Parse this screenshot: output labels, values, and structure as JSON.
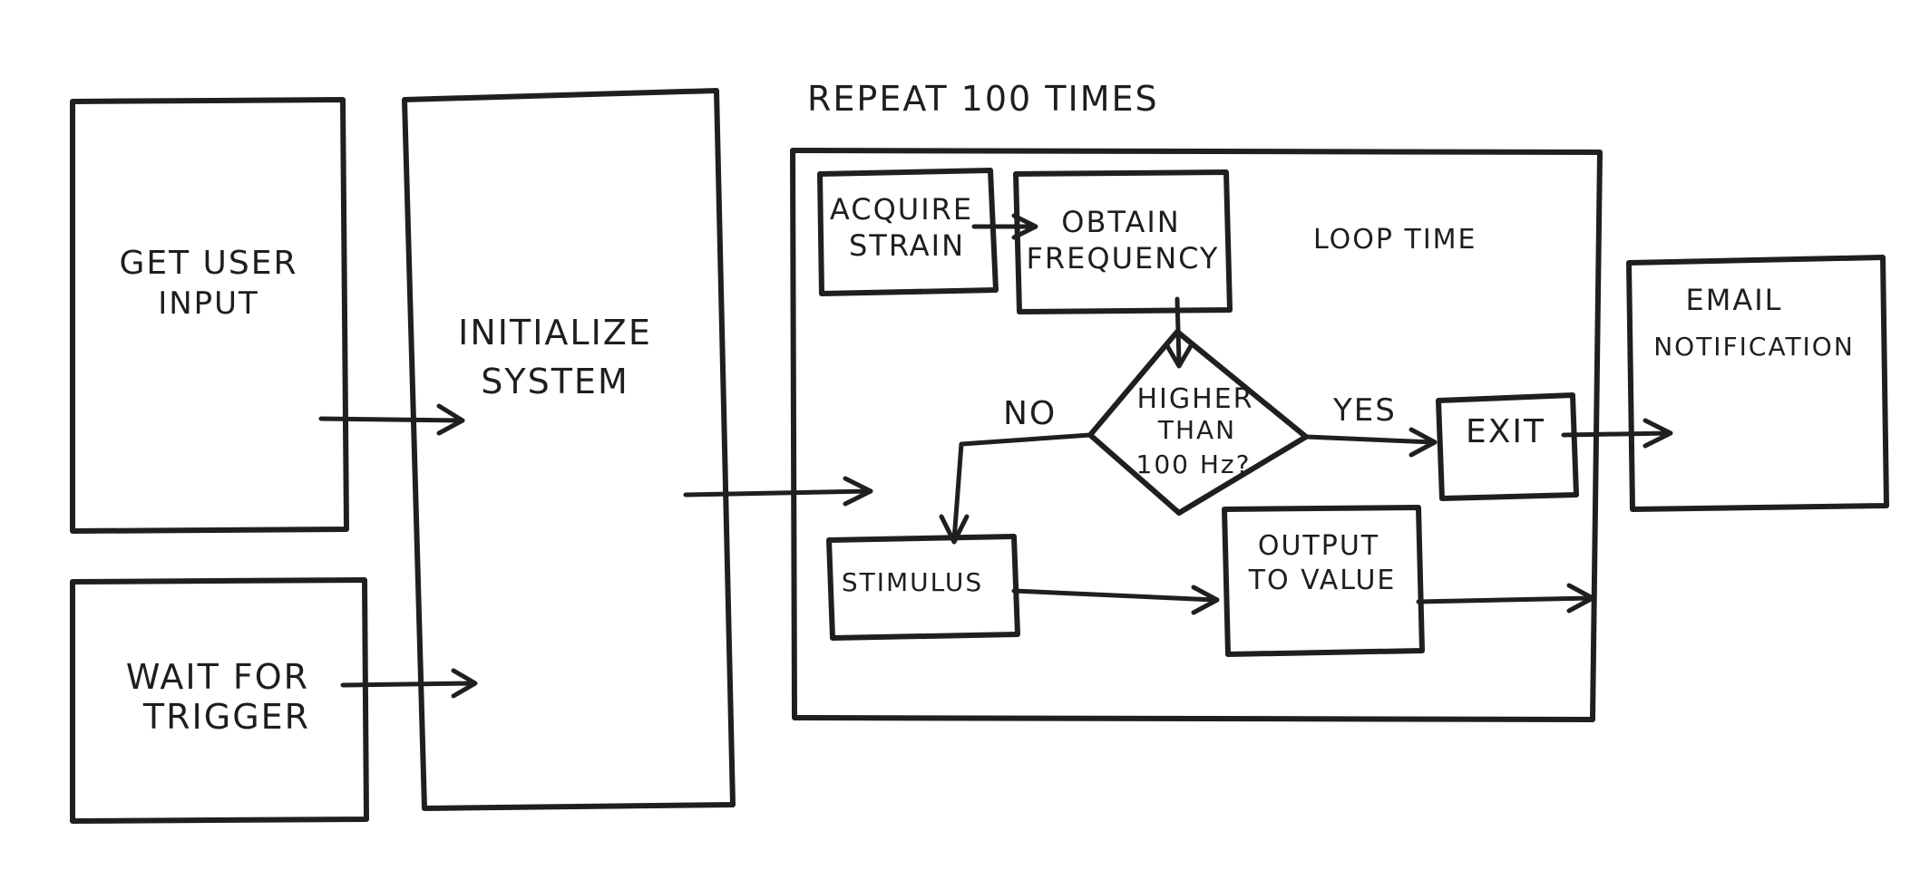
{
  "diagram": {
    "get_user_input": [
      "GET USER",
      "INPUT"
    ],
    "wait_for_trigger": [
      "WAIT FOR",
      "TRIGGER"
    ],
    "initialize_system": [
      "INITIALIZE",
      "SYSTEM"
    ],
    "loop_label": "REPEAT 100 TIMES",
    "loop_time": "LOOP TIME",
    "acquire_strain": [
      "ACQUIRE",
      "STRAIN"
    ],
    "obtain_frequency": [
      "OBTAIN",
      "FREQUENCY"
    ],
    "decision": [
      "HIGHER",
      "THAN",
      "100 Hz?"
    ],
    "no_label": "NO",
    "yes_label": "YES",
    "exit": "EXIT",
    "stimulus": "STIMULUS",
    "output_to_value": [
      "OUTPUT",
      "TO VALUE"
    ],
    "email_notification": [
      "EMAIL",
      "NOTIFICATION"
    ]
  }
}
